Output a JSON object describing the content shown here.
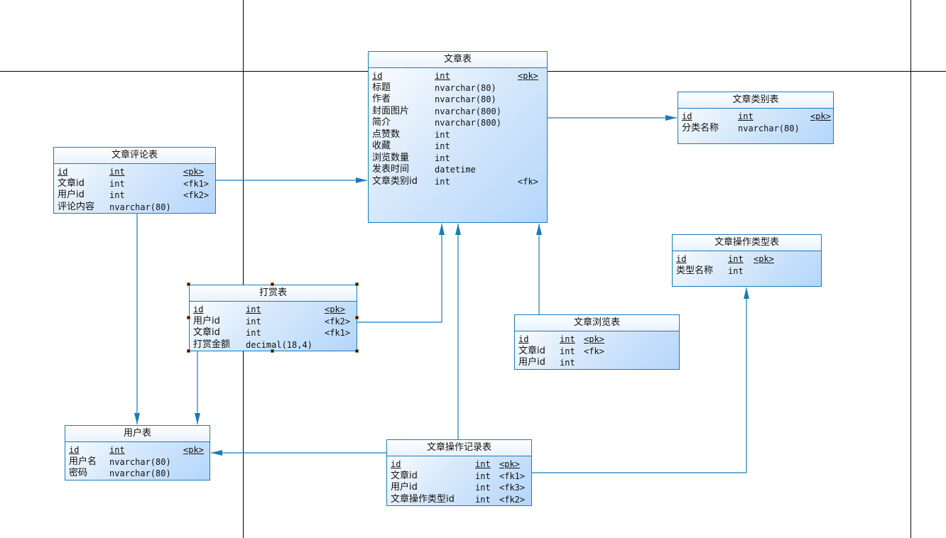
{
  "diagram": {
    "type": "physical-data-model",
    "colors": {
      "border": "#1b7bb8",
      "link": "#1b7bb8",
      "fill_light": "#ffffff",
      "fill_dark": "#b4d6fb",
      "page_line": "#000000"
    },
    "entities": [
      {
        "id": "article",
        "title": "文章表",
        "columns": [
          {
            "name": "id",
            "type": "int",
            "key": "<pk>",
            "pk": true
          },
          {
            "name": "标题",
            "type": "nvarchar(80)",
            "key": ""
          },
          {
            "name": "作者",
            "type": "nvarchar(80)",
            "key": ""
          },
          {
            "name": "封面图片",
            "type": "nvarchar(800)",
            "key": ""
          },
          {
            "name": "简介",
            "type": "nvarchar(800)",
            "key": ""
          },
          {
            "name": "点赞数",
            "type": "int",
            "key": ""
          },
          {
            "name": "收藏",
            "type": "int",
            "key": ""
          },
          {
            "name": "浏览数量",
            "type": "int",
            "key": ""
          },
          {
            "name": "发表时间",
            "type": "datetime",
            "key": ""
          },
          {
            "name": "文章类别id",
            "type": "int",
            "key": "<fk>"
          }
        ]
      },
      {
        "id": "category",
        "title": "文章类别表",
        "columns": [
          {
            "name": "id",
            "type": "int",
            "key": "<pk>",
            "pk": true
          },
          {
            "name": "分类名称",
            "type": "nvarchar(80)",
            "key": ""
          }
        ]
      },
      {
        "id": "comment",
        "title": "文章评论表",
        "columns": [
          {
            "name": "id",
            "type": "int",
            "key": "<pk>",
            "pk": true
          },
          {
            "name": "文章id",
            "type": "int",
            "key": "<fk1>"
          },
          {
            "name": "用户id",
            "type": "int",
            "key": "<fk2>"
          },
          {
            "name": "评论内容",
            "type": "nvarchar(80)",
            "key": ""
          }
        ]
      },
      {
        "id": "optype",
        "title": "文章操作类型表",
        "columns": [
          {
            "name": "id",
            "type": "int",
            "key": "<pk>",
            "pk": true
          },
          {
            "name": "类型名称",
            "type": "int",
            "key": ""
          }
        ]
      },
      {
        "id": "reward",
        "title": "打赏表",
        "selected": true,
        "columns": [
          {
            "name": "id",
            "type": "int",
            "key": "<pk>",
            "pk": true
          },
          {
            "name": "用户id",
            "type": "int",
            "key": "<fk2>"
          },
          {
            "name": "文章id",
            "type": "int",
            "key": "<fk1>"
          },
          {
            "name": "打赏金额",
            "type": "decimal(18,4)",
            "key": ""
          }
        ]
      },
      {
        "id": "view",
        "title": "文章浏览表",
        "columns": [
          {
            "name": "id",
            "type": "int",
            "key": "<pk>",
            "pk": true
          },
          {
            "name": "文章id",
            "type": "int",
            "key": "<fk>"
          },
          {
            "name": "用户id",
            "type": "int",
            "key": ""
          }
        ]
      },
      {
        "id": "user",
        "title": "用户表",
        "columns": [
          {
            "name": "id",
            "type": "int",
            "key": "<pk>",
            "pk": true
          },
          {
            "name": "用户名",
            "type": "nvarchar(80)",
            "key": ""
          },
          {
            "name": "密码",
            "type": "nvarchar(80)",
            "key": ""
          }
        ]
      },
      {
        "id": "oplog",
        "title": "文章操作记录表",
        "columns": [
          {
            "name": "id",
            "type": "int",
            "key": "<pk>",
            "pk": true
          },
          {
            "name": "文章id",
            "type": "int",
            "key": "<fk1>"
          },
          {
            "name": "用户id",
            "type": "int",
            "key": "<fk3>"
          },
          {
            "name": "文章操作类型id",
            "type": "int",
            "key": "<fk2>"
          }
        ]
      }
    ],
    "references": [
      {
        "from": "article",
        "to": "category"
      },
      {
        "from": "comment",
        "to": "article"
      },
      {
        "from": "comment",
        "to": "user"
      },
      {
        "from": "reward",
        "to": "article"
      },
      {
        "from": "reward",
        "to": "user"
      },
      {
        "from": "view",
        "to": "article"
      },
      {
        "from": "oplog",
        "to": "article"
      },
      {
        "from": "oplog",
        "to": "user"
      },
      {
        "from": "oplog",
        "to": "optype"
      }
    ]
  }
}
